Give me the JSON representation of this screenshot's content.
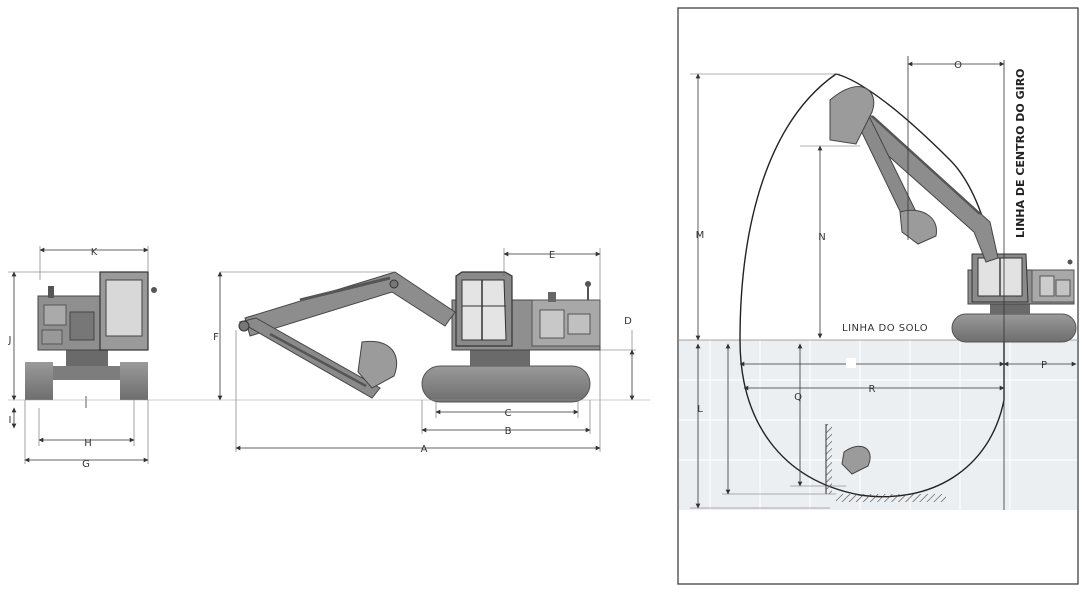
{
  "colors": {
    "machine": "#8c8c8c",
    "machine_dark": "#555555",
    "track": "#7a7a7a",
    "dim_line": "#333333",
    "ground_band": "#e9ecef",
    "hatch": "#444444"
  },
  "front_view_labels": {
    "k": "K",
    "j": "J",
    "i": "I",
    "h": "H",
    "g": "G"
  },
  "side_view_labels": {
    "e": "E",
    "f": "F",
    "d": "D",
    "c": "C",
    "b": "B",
    "a": "A"
  },
  "working_range_labels": {
    "o": "O",
    "m": "M",
    "n": "N",
    "l": "L",
    "q": "Q",
    "r": "R",
    "p": "P",
    "ground_line": "LINHA DO SOLO",
    "swing_center_line": "LINHA DE CENTRO DO GIRO"
  }
}
